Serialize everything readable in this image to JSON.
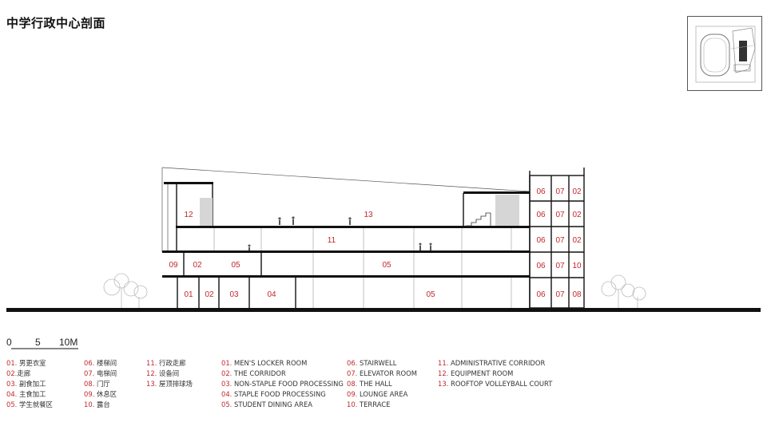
{
  "title": "中学行政中心剖面",
  "scale_bar": {
    "labels": [
      "0",
      "5",
      "10M"
    ]
  },
  "section_labels": {
    "roof": [
      "12",
      "13"
    ],
    "floor3": [
      "11"
    ],
    "floor2": [
      "09",
      "02",
      "05",
      "05"
    ],
    "floor1": [
      "01",
      "02",
      "03",
      "04",
      "05"
    ],
    "tower_cols": [
      [
        "06",
        "07",
        "02"
      ],
      [
        "06",
        "07",
        "02"
      ],
      [
        "06",
        "07",
        "02"
      ],
      [
        "06",
        "07",
        "10"
      ],
      [
        "06",
        "07",
        "08"
      ]
    ]
  },
  "legend": {
    "cn_col1": [
      {
        "num": "01.",
        "text": "男更衣室"
      },
      {
        "num": "02.",
        "text": "走廊"
      },
      {
        "num": "03.",
        "text": "副食加工"
      },
      {
        "num": "04.",
        "text": "主食加工"
      },
      {
        "num": "05.",
        "text": "学生就餐区"
      }
    ],
    "cn_col2": [
      {
        "num": "06.",
        "text": "楼梯间"
      },
      {
        "num": "07.",
        "text": "电梯间"
      },
      {
        "num": "08.",
        "text": "门厅"
      },
      {
        "num": "09.",
        "text": "休息区"
      },
      {
        "num": "10.",
        "text": "露台"
      }
    ],
    "cn_col3": [
      {
        "num": "11.",
        "text": "行政走廊"
      },
      {
        "num": "12.",
        "text": "设备间"
      },
      {
        "num": "13.",
        "text": "屋顶排球场"
      }
    ],
    "en_col1": [
      {
        "num": "01.",
        "text": "MEN'S LOCKER ROOM"
      },
      {
        "num": "02.",
        "text": "THE CORRIDOR"
      },
      {
        "num": "03.",
        "text": "NON-STAPLE FOOD PROCESSING"
      },
      {
        "num": "04.",
        "text": "STAPLE FOOD PROCESSING"
      },
      {
        "num": "05.",
        "text": "STUDENT DINING AREA"
      }
    ],
    "en_col2": [
      {
        "num": "06.",
        "text": "STAIRWELL"
      },
      {
        "num": "07.",
        "text": "ELEVATOR ROOM"
      },
      {
        "num": "08.",
        "text": "THE HALL"
      },
      {
        "num": "09.",
        "text": "LOUNGE AREA"
      },
      {
        "num": "10.",
        "text": "TERRACE"
      }
    ],
    "en_col3": [
      {
        "num": "11.",
        "text": "ADMINISTRATIVE CORRIDOR"
      },
      {
        "num": "12.",
        "text": "EQUIPMENT ROOM"
      },
      {
        "num": "13.",
        "text": "ROOFTOP VOLLEYBALL COURT"
      }
    ]
  },
  "colors": {
    "label_red": "#c0282d",
    "line_black": "#111111"
  }
}
